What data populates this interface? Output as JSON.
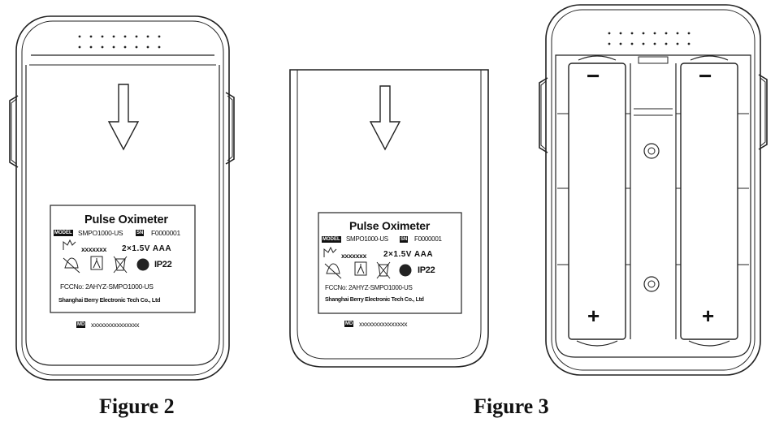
{
  "captions": {
    "figure_2": "Figure 2",
    "figure_3": "Figure 3"
  },
  "label": {
    "title": "Pulse Oximeter",
    "model_tag": "MODEL",
    "model_value": "SMPO1000-US",
    "sn_tag": "SN",
    "sn_value": "F0000001",
    "lot": "xxxxxxx",
    "power": "2×1.5V  AAA",
    "ip_rating": "IP22",
    "fcc": "FCCNo:  2AHYZ-SMPO1000-US",
    "manufacturer": "Shanghai Berry Electronic Tech Co., Ltd",
    "md_tag": "MD",
    "md_value": "xxxxxxxxxxxxxxx"
  },
  "battery": {
    "minus": "−",
    "plus": "+"
  },
  "colors": {
    "stroke": "#222222",
    "background": "#ffffff"
  },
  "icons": [
    "manufacture-date-icon",
    "no-alarm-icon",
    "bf-applied-part-icon",
    "weee-bin-icon",
    "follow-instructions-icon"
  ]
}
